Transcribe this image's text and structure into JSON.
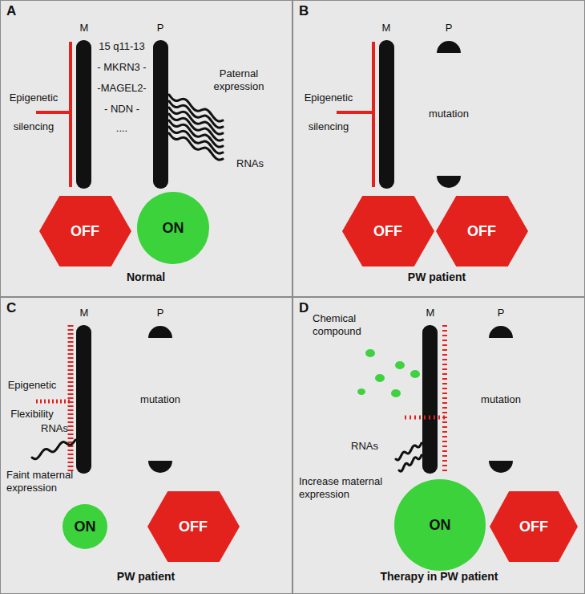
{
  "diagram": {
    "nodes": [
      {
        "text": [
          "A"
        ]
      },
      {
        "text": [
          "OFF"
        ],
        "in": 0
      },
      {
        "text": [
          "ON"
        ],
        "in": 0
      },
      {
        "text": [
          "B"
        ]
      },
      {
        "text": [
          "OFF"
        ],
        "in": 3
      },
      {
        "text": [
          "OFF"
        ],
        "in": 3
      },
      {
        "text": [
          "C"
        ]
      },
      {
        "text": [
          "ON"
        ],
        "in": 6
      },
      {
        "text": [
          "OFF"
        ],
        "in": 6
      },
      {
        "text": [
          "D"
        ]
      },
      {
        "text": [
          "ON"
        ],
        "in": 9
      },
      {
        "text": [
          "OFF"
        ],
        "in": 9
      }
    ],
    "labels": [
      "M",
      "P",
      "15 q11-13",
      "- MKRN3 -",
      "-MAGEL2-",
      "- NDN -",
      "....",
      "Epigenetic silencing",
      "Paternal expression",
      "RNAs",
      "Normal",
      "M",
      "P",
      "Epigenetic silencing",
      "mutation",
      "PW patient",
      "M",
      "P",
      "Epigenetic Flexibility",
      "mutation",
      "RNAs",
      "Faint maternal expression",
      "PW patient",
      "Chemical compound",
      "M",
      "P",
      "mutation",
      "RNAs",
      "Increase maternal expression",
      "Therapy in PW patient"
    ]
  }
}
